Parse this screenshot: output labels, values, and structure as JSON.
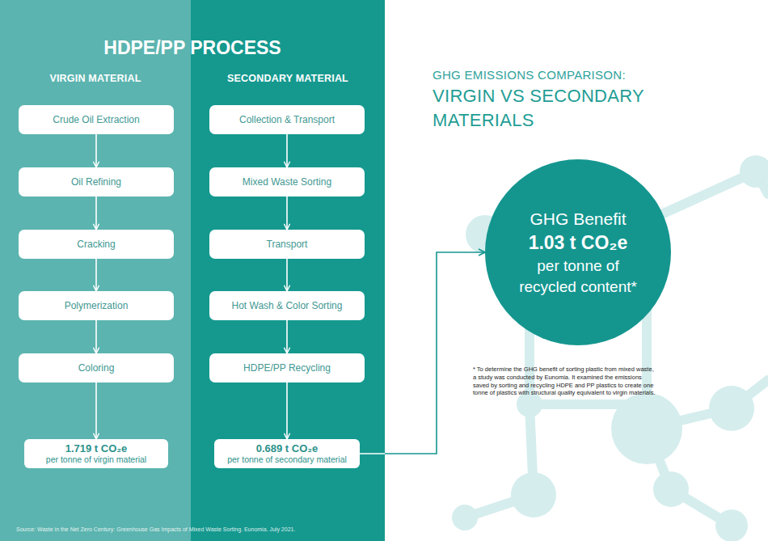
{
  "diagram": {
    "title": "HDPE/PP PROCESS",
    "nodes": [
      {
        "text": [
          "VIRGIN MATERIAL"
        ]
      },
      {
        "text": [
          "Crude Oil Extraction"
        ],
        "in": 0
      },
      {
        "text": [
          "Oil Refining"
        ],
        "in": 0
      },
      {
        "text": [
          "Cracking"
        ],
        "in": 0
      },
      {
        "text": [
          "Polymerization"
        ],
        "in": 0
      },
      {
        "text": [
          "Coloring"
        ],
        "in": 0
      },
      {
        "text": [
          "1.719 t CO₂e",
          "per tonne of virgin material"
        ],
        "in": 0
      },
      {
        "text": [
          "SECONDARY MATERIAL"
        ]
      },
      {
        "text": [
          "Collection & Transport"
        ],
        "in": 7
      },
      {
        "text": [
          "Mixed Waste Sorting"
        ],
        "in": 7
      },
      {
        "text": [
          "Transport"
        ],
        "in": 7
      },
      {
        "text": [
          "Hot Wash & Color Sorting"
        ],
        "in": 7
      },
      {
        "text": [
          "HDPE/PP Recycling"
        ],
        "in": 7
      },
      {
        "text": [
          "0.689 t CO₂e",
          "per tonne of secondary material"
        ],
        "in": 7
      },
      {
        "text": [
          "GHG Benefit",
          "1.03 t CO₂e",
          "per tonne of recycled content*"
        ]
      }
    ],
    "edges": [
      {
        "from": 1,
        "to": 2,
        "arrow": "to"
      },
      {
        "from": 2,
        "to": 3,
        "arrow": "to"
      },
      {
        "from": 3,
        "to": 4,
        "arrow": "to"
      },
      {
        "from": 4,
        "to": 5,
        "arrow": "to"
      },
      {
        "from": 5,
        "to": 6,
        "arrow": "to"
      },
      {
        "from": 8,
        "to": 9,
        "arrow": "to"
      },
      {
        "from": 9,
        "to": 10,
        "arrow": "to"
      },
      {
        "from": 10,
        "to": 11,
        "arrow": "to"
      },
      {
        "from": 11,
        "to": 12,
        "arrow": "to"
      },
      {
        "from": 12,
        "to": 13,
        "arrow": "to"
      },
      {
        "from": 13,
        "to": 14,
        "arrow": "to"
      }
    ],
    "labels": [
      "GHG EMISSIONS COMPARISON:",
      "VIRGIN VS SECONDARY MATERIALS",
      "* To determine the GHG benefit of sorting plastic from mixed waste, a study was conducted by Eunomia. It examined the emissions saved by sorting and recycling HDPE and PP plastics to create one tonne of plastics with structural quality equivalent to virgin materials.",
      "Source: Waste in the Net Zero Century: Greenhouse Gas Impacts of Mixed Waste Sorting. Eunomia. July 2021."
    ]
  }
}
